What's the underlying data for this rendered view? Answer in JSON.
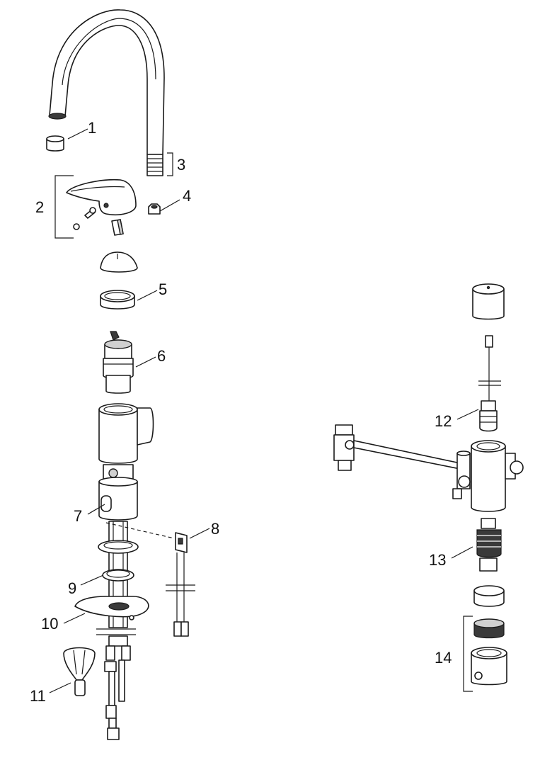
{
  "callouts": {
    "c1": "1",
    "c2": "2",
    "c3": "3",
    "c4": "4",
    "c5": "5",
    "c6": "6",
    "c7": "7",
    "c8": "8",
    "c9": "9",
    "c10": "10",
    "c11": "11",
    "c12": "12",
    "c13": "13",
    "c14": "14"
  },
  "colors": {
    "line": "#1a1a1a",
    "shade": "#d0d0d0",
    "background": "#ffffff"
  }
}
